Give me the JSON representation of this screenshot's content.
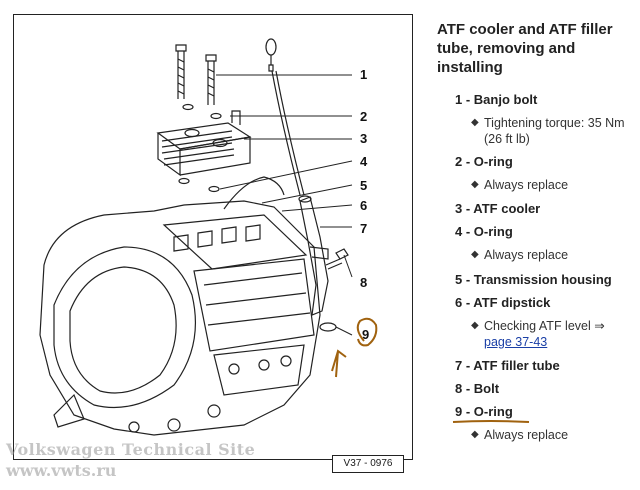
{
  "title": "ATF cooler and ATF filler tube, removing and installing",
  "callouts": [
    "1",
    "2",
    "3",
    "4",
    "5",
    "6",
    "7",
    "8",
    "9"
  ],
  "figure_code": "V37 - 0976",
  "watermark": {
    "line1": "Volkswagen Technical Site",
    "line2": "www.vwts.ru"
  },
  "items": [
    {
      "heading": "1 - Banjo bolt",
      "details": [
        {
          "text": "Tightening torque: 35 Nm (26 ft lb)"
        }
      ]
    },
    {
      "heading": "2 - O-ring",
      "details": [
        {
          "text": "Always replace"
        }
      ]
    },
    {
      "heading": "3 - ATF cooler",
      "details": []
    },
    {
      "heading": "4 - O-ring",
      "details": [
        {
          "text": "Always replace"
        }
      ]
    },
    {
      "heading": "5 - Transmission housing",
      "details": []
    },
    {
      "heading": "6 - ATF dipstick",
      "details": [
        {
          "text": "Checking ATF level ⇒",
          "link": "page 37-43"
        }
      ]
    },
    {
      "heading": "7 - ATF filler tube",
      "details": []
    },
    {
      "heading": "8 - Bolt",
      "details": []
    },
    {
      "heading": "9 - O-ring",
      "details": [
        {
          "text": "Always replace"
        }
      ],
      "highlighted": true
    }
  ],
  "colors": {
    "annotation": "#a0620f",
    "link": "#1a3fa6"
  }
}
